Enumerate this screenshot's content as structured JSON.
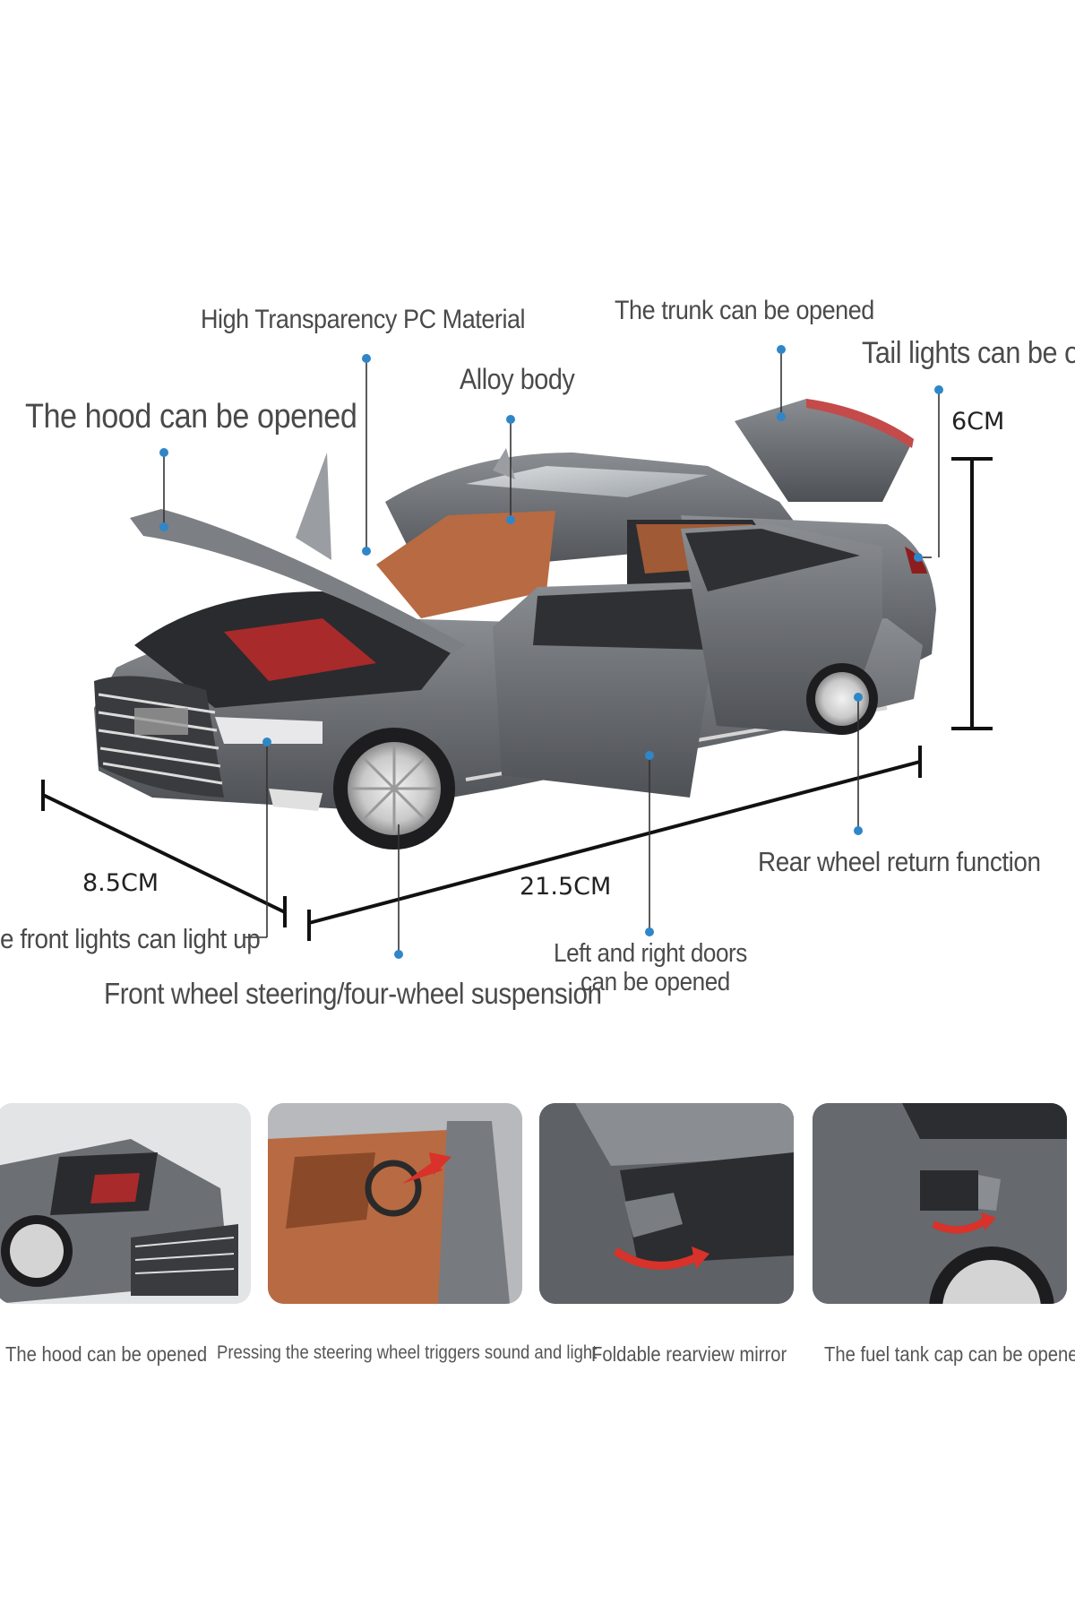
{
  "callouts": {
    "pc_material": "High Transparency PC Material",
    "trunk": "The trunk can be opened",
    "tail_lights": "Tail lights can be o",
    "alloy_body": "Alloy body",
    "hood": "The hood can be opened",
    "rear_wheel": "Rear wheel return function",
    "front_lights": "e front lights can light up",
    "steering": "Front wheel steering/four-wheel suspension",
    "doors_line1": "Left and right doors",
    "doors_line2": "can be opened"
  },
  "dimensions": {
    "height": "6CM",
    "width": "8.5CM",
    "length": "21.5CM"
  },
  "features": [
    {
      "caption": "The hood can be opened"
    },
    {
      "caption": "Pressing the steering wheel triggers sound and light"
    },
    {
      "caption": "Foldable rearview mirror"
    },
    {
      "caption": "The fuel tank cap can be opened"
    }
  ],
  "colors": {
    "car_body": "#6b6e72",
    "interior": "#b86a42",
    "callout_dot": "#2f86c8",
    "arrow": "#d8322a"
  }
}
